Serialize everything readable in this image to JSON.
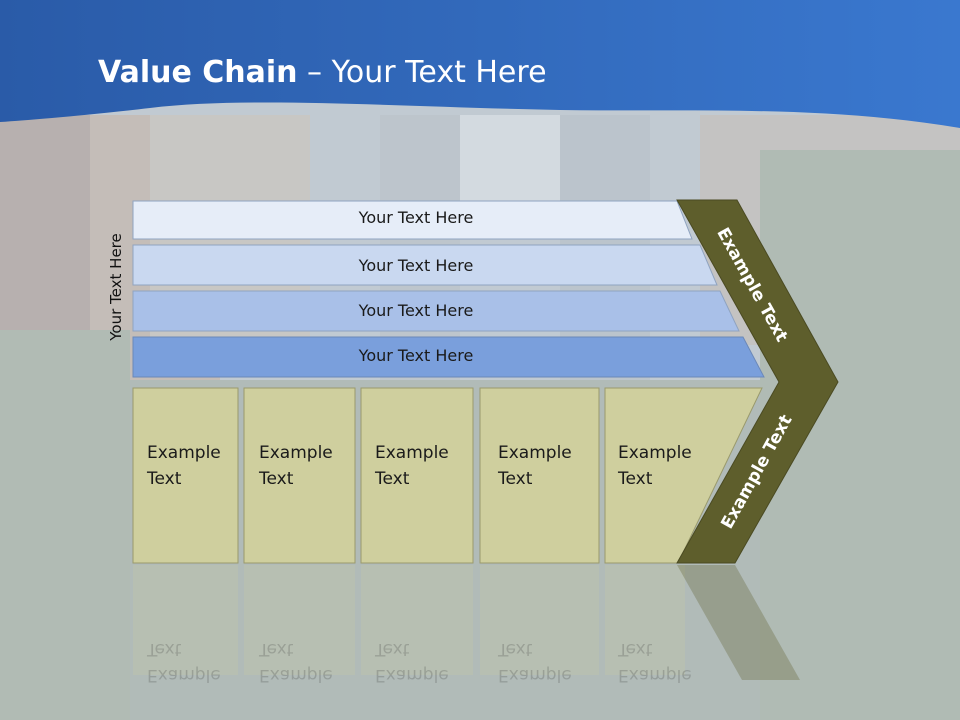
{
  "slide": {
    "title_bold": "Value Chain",
    "title_rest": " – Your Text Here",
    "side_label": "Your Text Here"
  },
  "rows": [
    {
      "label": "Your Text Here"
    },
    {
      "label": "Your Text Here"
    },
    {
      "label": "Your Text Here"
    },
    {
      "label": "Your Text Here"
    }
  ],
  "boxes": [
    {
      "line1": "Example",
      "line2": "Text"
    },
    {
      "line1": "Example",
      "line2": "Text"
    },
    {
      "line1": "Example",
      "line2": "Text"
    },
    {
      "line1": "Example",
      "line2": "Text"
    },
    {
      "line1": "Example",
      "line2": "Text"
    }
  ],
  "chevron": {
    "upper_text": "Example Text",
    "lower_text": "Example Text"
  },
  "colors": {
    "header_blue": "#2d63b2",
    "row1": "#e6edf8",
    "row2": "#c9d8f0",
    "row3": "#a9c0e8",
    "row4": "#7a9fdc",
    "box_fill": "#cfcf9e",
    "chevron_fill": "#5e5e2c"
  }
}
